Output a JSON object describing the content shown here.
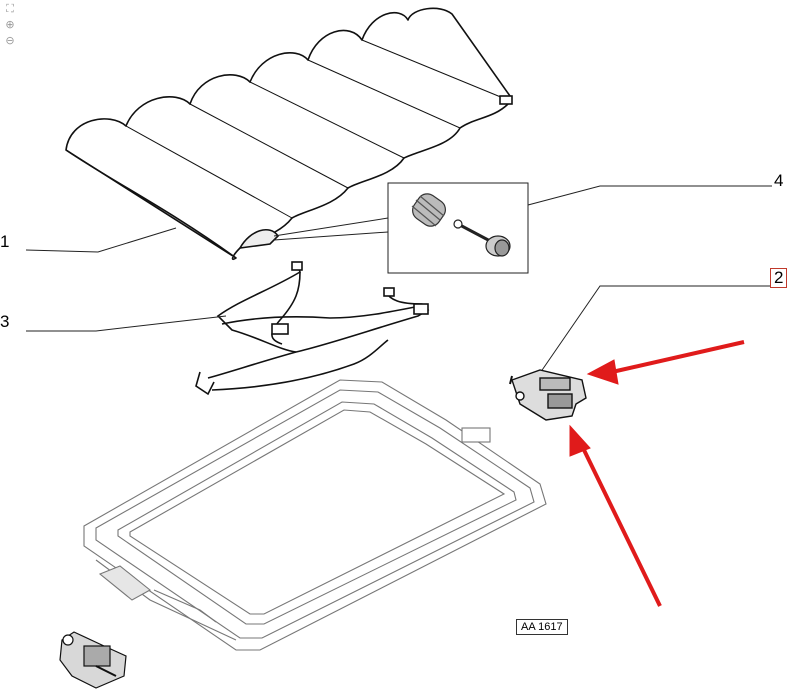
{
  "toolbar": {
    "items": [
      {
        "icon": "fit-page-icon",
        "glyph": "⛶"
      },
      {
        "icon": "zoom-in-icon",
        "glyph": "⊕"
      },
      {
        "icon": "zoom-out-icon",
        "glyph": "⊖"
      }
    ]
  },
  "callouts": {
    "part1": "1",
    "part2": "2",
    "part3": "3",
    "part4": "4"
  },
  "reference_code": "AA 1617",
  "colors": {
    "line": "#111111",
    "frame": "#7a7a7a",
    "arrow": "#e01b1b",
    "highlight_box": "#c0392b"
  }
}
